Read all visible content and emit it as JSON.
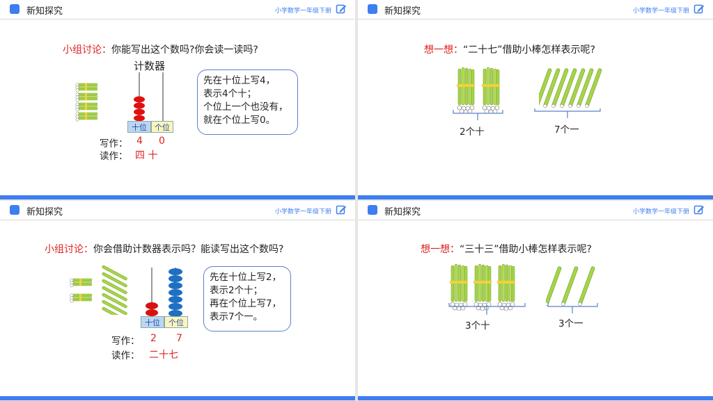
{
  "header": {
    "title": "新知探究",
    "subtitle": "小学数学一年级下册"
  },
  "slide1": {
    "prompt_label": "小组讨论：",
    "prompt_text": "你能写出这个数吗?你会读一读吗?",
    "abacus_title": "计数器",
    "tens_label": "十位",
    "ones_label": "个位",
    "write_label": "写作：",
    "write_tens": "4",
    "write_ones": "0",
    "read_label": "读作：",
    "read_value": "四 十",
    "bubble": [
      "先在十位上写4，",
      "表示4个十；",
      "个位上一个也没有，",
      "就在个位上写0。"
    ]
  },
  "slide2": {
    "prompt_label": "想一想：",
    "prompt_text": "“二十七”借助小棒怎样表示呢?",
    "left_caption": "2个十",
    "right_caption": "7个一"
  },
  "slide3": {
    "prompt_label": "小组讨论：",
    "prompt_text": "你会借助计数器表示吗？能读写出这个数吗?",
    "tens_label": "十位",
    "ones_label": "个位",
    "write_label": "写作：",
    "write_tens": "2",
    "write_ones": "7",
    "read_label": "读作：",
    "read_value": "二十七",
    "bubble": [
      "先在十位上写2，",
      "表示2个十；",
      "再在个位上写7，",
      "表示7个一。"
    ]
  },
  "slide4": {
    "prompt_label": "想一想：",
    "prompt_text": "“三十三”借助小棒怎样表示呢?",
    "left_caption": "3个十",
    "right_caption": "3个一"
  },
  "colors": {
    "accent": "#3d7ef0",
    "red": "#e02020",
    "stick": "#a6d44a",
    "red_bead": "#e01010",
    "blue_bead": "#1f6fc2"
  }
}
